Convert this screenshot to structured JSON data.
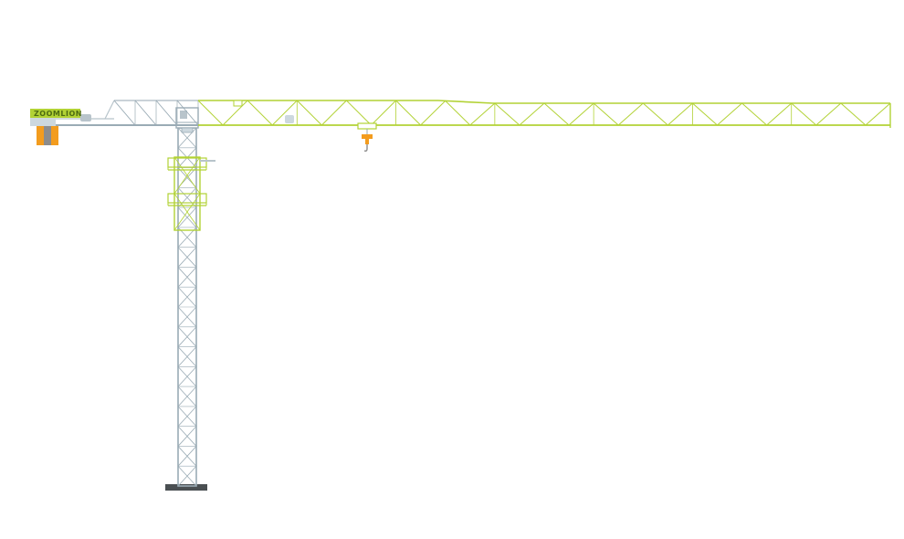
{
  "diagram": {
    "type": "tower-crane-elevation",
    "brand_text": "ZOOMLION",
    "colors": {
      "background": "#ffffff",
      "jib_green": "#b2d235",
      "jib_green_dark": "#8fb51c",
      "mast_grey": "#cdd8de",
      "mast_grey_dark": "#9aabb5",
      "counterweight_orange": "#f39c1e",
      "counterweight_grey": "#8c8c8c",
      "base_dark": "#4a4f52",
      "hook_orange": "#f39c1e",
      "cab_grey": "#b8c4cb"
    },
    "parts": {
      "mast": {
        "section_count": 18
      },
      "jib": {
        "panel_count": 28
      },
      "counter_jib": {
        "panel_count": 4,
        "counterweight_blocks": 3
      },
      "climbing_frame": {
        "platform_levels": 2
      }
    }
  }
}
